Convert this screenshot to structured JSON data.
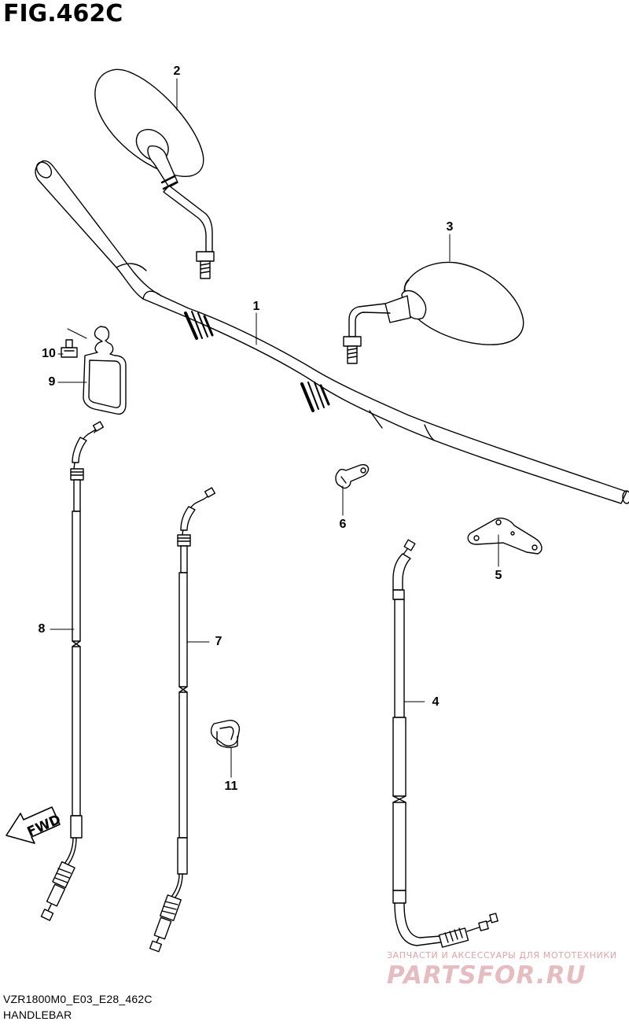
{
  "figure": {
    "title": "FIG.462C",
    "code": "VZR1800M0_E03_E28_462C",
    "name": "HANDLEBAR"
  },
  "callouts": [
    "1",
    "2",
    "3",
    "4",
    "5",
    "6",
    "7",
    "8",
    "9",
    "10",
    "11"
  ],
  "direction_arrow": "FWD",
  "watermark": {
    "tagline": "ЗАПЧАСТИ И АКСЕССУАРЫ ДЛЯ МОТОТЕХНИКИ",
    "site": "PARTSFOR.RU"
  },
  "colors": {
    "line": "#000000",
    "watermark": "#e5bcc0"
  }
}
